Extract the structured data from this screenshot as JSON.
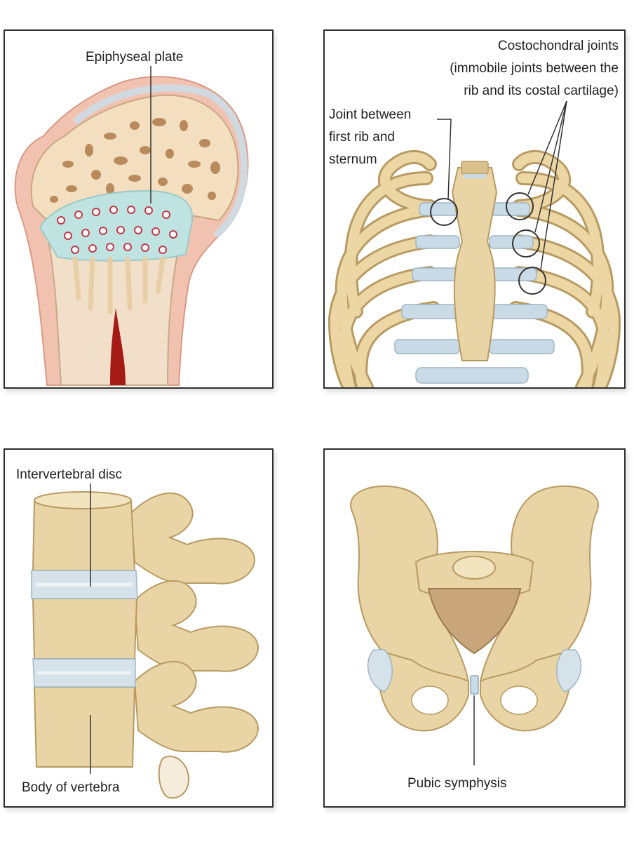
{
  "panels": {
    "epiphyseal": {
      "label": "Epiphyseal plate"
    },
    "ribcage": {
      "costochondral_title": "Costochondral joints",
      "costochondral_desc_1": "(immobile joints between the",
      "costochondral_desc_2": "rib and its costal cartilage)",
      "first_rib_1": "Joint between",
      "first_rib_2": "first rib and",
      "first_rib_3": "sternum"
    },
    "vertebrae": {
      "disc_label": "Intervertebral disc",
      "body_label": "Body of vertebra"
    },
    "pelvis": {
      "label": "Pubic symphysis"
    }
  },
  "colors": {
    "bone": "#e8d4a4",
    "bone_outline": "#b79a62",
    "cartilage": "#c9dbe6",
    "hyaline_plate": "#bfe3e1",
    "marrow": "#a51b16",
    "periosteum": "#f2c2b0"
  }
}
